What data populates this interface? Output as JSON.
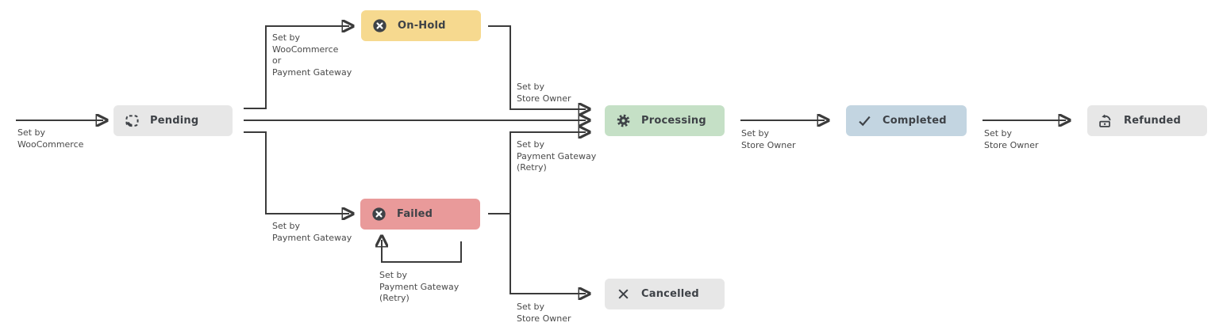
{
  "diagram": {
    "type": "flowchart",
    "subject": "Order status flow",
    "nodes": [
      {
        "label": "Pending",
        "icon": "pending-dashed-box-icon",
        "color": "#e7e7e7"
      },
      {
        "label": "On-Hold",
        "icon": "circle-x-icon",
        "color": "#f6d98f"
      },
      {
        "label": "Processing",
        "icon": "gear-icon",
        "color": "#c5e0c6"
      },
      {
        "label": "Completed",
        "icon": "check-icon",
        "color": "#c3d5e1"
      },
      {
        "label": "Refunded",
        "icon": "refund-icon",
        "color": "#e7e7e7"
      },
      {
        "label": "Failed",
        "icon": "circle-x-icon",
        "color": "#e99a9a"
      },
      {
        "label": "Cancelled",
        "icon": "x-icon",
        "color": "#e7e7e7"
      }
    ],
    "edge_labels": {
      "entry": "Set by\nWooCommerce",
      "pending_onhold": "Set by\nWooCommerce\nor\nPayment Gateway",
      "pending_failed": "Set by\nPayment Gateway",
      "onhold_processing": "Set by\nStore Owner",
      "failed_processing": "Set by\nPayment Gateway\n(Retry)",
      "failed_cancelled": "Set by\nStore Owner",
      "failed_retry_loop": "Set by\nPayment Gateway\n(Retry)",
      "processing_completed": "Set by\nStore Owner",
      "completed_refunded": "Set by\nStore Owner"
    },
    "colors": {
      "arrow": "#3b3b3b",
      "node_text": "#3e4247",
      "label_text": "#4a4a4a"
    }
  }
}
